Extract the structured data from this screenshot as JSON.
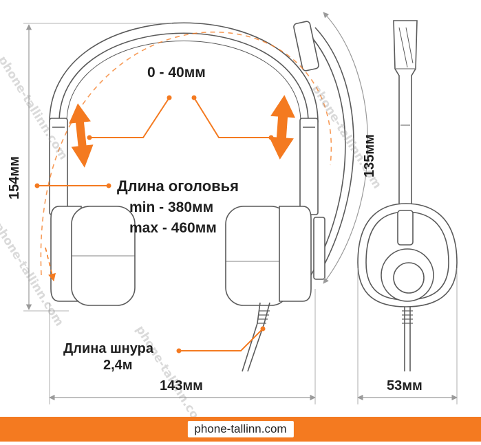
{
  "labels": {
    "adjust_range": "0 - 40мм",
    "headband_title": "Длина оголовья",
    "headband_min": "min  - 380мм",
    "headband_max": "max - 460мм",
    "cord_title": "Длина шнура",
    "cord_value": "2,4м",
    "width_front": "143мм",
    "height": "154мм",
    "mic_length": "135мм",
    "width_side": "53мм"
  },
  "watermark": "phone-tallinn.com",
  "footer": {
    "site": "phone-tallinn.com"
  },
  "colors": {
    "accent": "#f47a20",
    "line": "#5a5a5a",
    "dimension": "#9a9a9a",
    "text": "#1f1f1f"
  }
}
